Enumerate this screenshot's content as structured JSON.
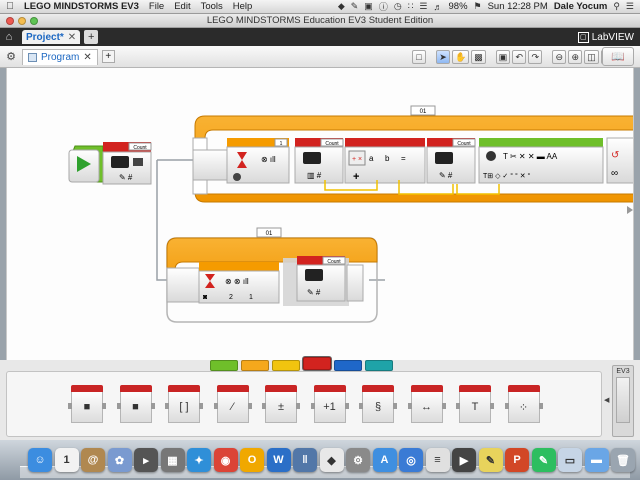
{
  "menubar": {
    "apple_icon": "apple-icon",
    "app_name": "LEGO MINDSTORMS EV3",
    "menus": [
      "File",
      "Edit",
      "Tools",
      "Help"
    ],
    "battery": "98%",
    "clock": "Sun 12:28 PM",
    "user": "Dale Yocum"
  },
  "window": {
    "title": "LEGO MINDSTORMS Education EV3 Student Edition",
    "light_colors": [
      "#ee5a52",
      "#f5bd4f",
      "#5fc454"
    ]
  },
  "project_bar": {
    "tab_label": "Project*",
    "close": "✕",
    "add": "+",
    "brand": "LabVIEW"
  },
  "toolbar": {
    "program_tab": "Program",
    "close": "✕",
    "add": "+"
  },
  "canvas": {
    "loop_outer_label": "01",
    "loop_inner_label": "01",
    "block_caption": "Count",
    "math_symbols": [
      "+",
      "a",
      "b",
      "="
    ],
    "wait_value": "1",
    "compare_value": "2"
  },
  "palette": {
    "category_colors": [
      "#6fbf2a",
      "#f5a81c",
      "#f1c40f",
      "#d2231f",
      "#1f67c9",
      "#1fa3a8"
    ],
    "active_category": 3,
    "blocks": [
      {
        "name": "variable-block",
        "glyph": "■"
      },
      {
        "name": "constant-block",
        "glyph": "■"
      },
      {
        "name": "array-block",
        "glyph": "[  ]"
      },
      {
        "name": "logic-block",
        "glyph": "⁄"
      },
      {
        "name": "math-block",
        "glyph": "±"
      },
      {
        "name": "round-block",
        "glyph": "+1"
      },
      {
        "name": "compare-block",
        "glyph": "§"
      },
      {
        "name": "range-block",
        "glyph": "↔"
      },
      {
        "name": "text-block",
        "glyph": "T"
      },
      {
        "name": "random-block",
        "glyph": "⁘"
      }
    ],
    "side_label": "EV3"
  },
  "dock": {
    "apps": [
      {
        "name": "finder-icon",
        "glyph": "☺",
        "color": "#3c8de0"
      },
      {
        "name": "calendar-icon",
        "glyph": "1",
        "color": "#f2f2f2"
      },
      {
        "name": "contacts-icon",
        "glyph": "@",
        "color": "#b08850"
      },
      {
        "name": "photos-icon",
        "glyph": "✿",
        "color": "#7a9ad0"
      },
      {
        "name": "terminal-icon",
        "glyph": "▸",
        "color": "#555"
      },
      {
        "name": "screenshot-icon",
        "glyph": "▦",
        "color": "#777"
      },
      {
        "name": "safari-icon",
        "glyph": "✦",
        "color": "#2f8fd8"
      },
      {
        "name": "chrome-icon",
        "glyph": "◉",
        "color": "#db4437"
      },
      {
        "name": "onenote-icon",
        "glyph": "O",
        "color": "#f0a800"
      },
      {
        "name": "word-icon",
        "glyph": "W",
        "color": "#2b6fc7"
      },
      {
        "name": "instruments-icon",
        "glyph": "‖",
        "color": "#5277a8"
      },
      {
        "name": "ev3-icon",
        "glyph": "◆",
        "color": "#e8e8e8"
      },
      {
        "name": "system-prefs-icon",
        "glyph": "⚙",
        "color": "#8a8a8a"
      },
      {
        "name": "appstore-icon",
        "glyph": "A",
        "color": "#3f8fe0"
      },
      {
        "name": "network-icon",
        "glyph": "◎",
        "color": "#3a7bd5"
      },
      {
        "name": "notes-icon",
        "glyph": "≡",
        "color": "#e0e0e0"
      },
      {
        "name": "video-icon",
        "glyph": "▶",
        "color": "#444"
      },
      {
        "name": "stickies-icon",
        "glyph": "✎",
        "color": "#e8d35c"
      },
      {
        "name": "powerpoint-icon",
        "glyph": "P",
        "color": "#d24726"
      },
      {
        "name": "evernote-icon",
        "glyph": "✎",
        "color": "#2dbe60"
      },
      {
        "name": "preview-icon",
        "glyph": "▭",
        "color": "#c6d5e6"
      },
      {
        "name": "folder-icon",
        "glyph": "▬",
        "color": "#6aa6e6"
      },
      {
        "name": "trash-icon",
        "glyph": "🗑",
        "color": "#9aa5b0"
      }
    ]
  }
}
